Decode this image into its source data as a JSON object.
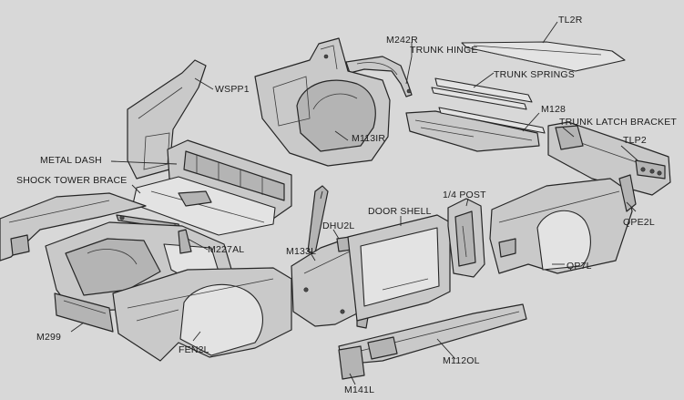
{
  "colors": {
    "background": "#d8d8d8",
    "ink": "#262626",
    "metal": "#c9c9c9",
    "metal_dark": "#b4b4b4",
    "metal_light": "#e3e3e3"
  },
  "labels": {
    "tl2r": "TL2R",
    "m242r": "M242R",
    "trunk_hinge": "TRUNK HINGE",
    "trunk_springs": "TRUNK SPRINGS",
    "wspp1": "WSPP1",
    "m128": "M128",
    "trunk_latch_bracket": "TRUNK LATCH BRACKET",
    "m113ir": "M113IR",
    "tlp2": "TLP2",
    "metal_dash": "METAL DASH",
    "shock_tower_brace": "SHOCK TOWER BRACE",
    "door_shell": "DOOR SHELL",
    "quarter_post": "1/4 POST",
    "dhu2l": "DHU2L",
    "qpe2l": "QPE2L",
    "m227al": "M227AL",
    "m133l": "M133L",
    "qp7l": "QP7L",
    "m299": "M299",
    "fen2l": "FEN2L",
    "m112ol": "M112OL",
    "m141l": "M141L"
  }
}
